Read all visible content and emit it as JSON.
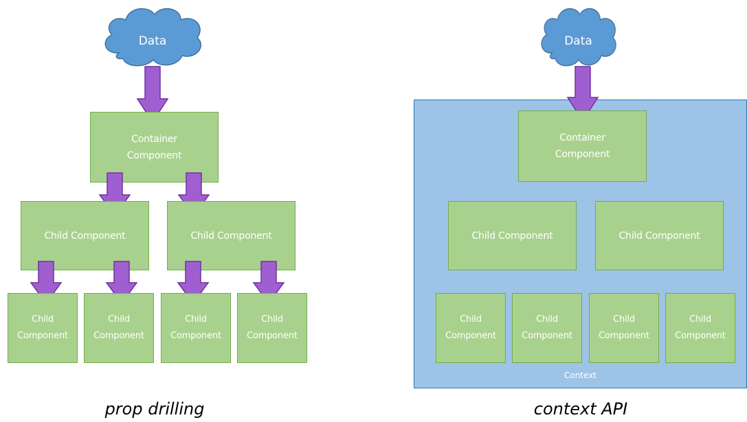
{
  "colors": {
    "component_fill": "#a9d18e",
    "component_border": "#70ad47",
    "cloud_fill": "#5b9bd5",
    "cloud_border": "#41719c",
    "arrow_fill": "#a05fd1",
    "arrow_border": "#7030a0",
    "context_fill": "#9dc3e6",
    "context_border": "#2e75b6"
  },
  "left": {
    "data_label": "Data",
    "container_line1": "Container",
    "container_line2": "Component",
    "child_label": "Child Component",
    "leaf_line1": "Child",
    "leaf_line2": "Component",
    "caption": "prop drilling"
  },
  "right": {
    "data_label": "Data",
    "container_line1": "Container",
    "container_line2": "Component",
    "child_label": "Child Component",
    "leaf_line1": "Child",
    "leaf_line2": "Component",
    "context_label": "Context",
    "caption": "context API"
  }
}
